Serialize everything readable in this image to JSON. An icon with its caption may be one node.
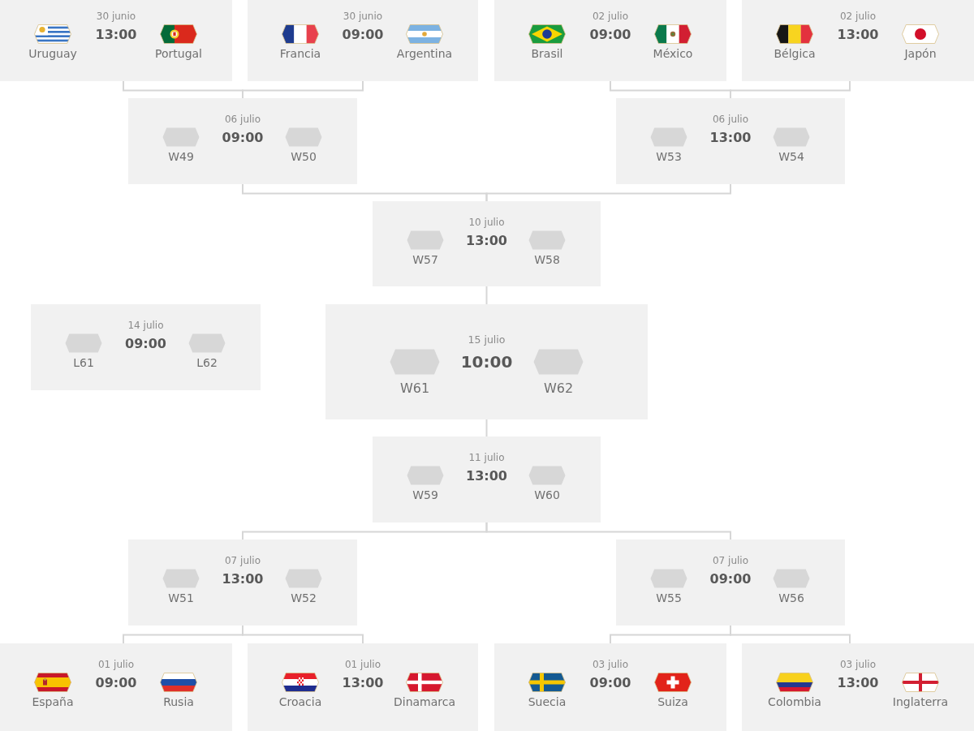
{
  "diagram": {
    "nodes": [
      {
        "text": [
          "30 junio",
          "13:00",
          "Uruguay",
          "Portugal"
        ]
      },
      {
        "text": [
          "30 junio",
          "09:00",
          "Francia",
          "Argentina"
        ]
      },
      {
        "text": [
          "02 julio",
          "09:00",
          "Brasil",
          "México"
        ]
      },
      {
        "text": [
          "02 julio",
          "13:00",
          "Bélgica",
          "Japón"
        ]
      },
      {
        "text": [
          "06 julio",
          "09:00",
          "W49",
          "W50"
        ]
      },
      {
        "text": [
          "06 julio",
          "13:00",
          "W53",
          "W54"
        ]
      },
      {
        "text": [
          "10 julio",
          "13:00",
          "W57",
          "W58"
        ]
      },
      {
        "text": [
          "14 julio",
          "09:00",
          "L61",
          "L62"
        ]
      },
      {
        "text": [
          "15 julio",
          "10:00",
          "W61",
          "W62"
        ]
      },
      {
        "text": [
          "11 julio",
          "13:00",
          "W59",
          "W60"
        ]
      },
      {
        "text": [
          "07 julio",
          "13:00",
          "W51",
          "W52"
        ]
      },
      {
        "text": [
          "07 julio",
          "09:00",
          "W55",
          "W56"
        ]
      },
      {
        "text": [
          "01 julio",
          "09:00",
          "España",
          "Rusia"
        ]
      },
      {
        "text": [
          "01 julio",
          "13:00",
          "Croacia",
          "Dinamarca"
        ]
      },
      {
        "text": [
          "03 julio",
          "09:00",
          "Suecia",
          "Suiza"
        ]
      },
      {
        "text": [
          "03 julio",
          "13:00",
          "Colombia",
          "Inglaterra"
        ]
      }
    ],
    "edges": [
      {
        "from": 0,
        "to": 4,
        "arrow": "none"
      },
      {
        "from": 1,
        "to": 4,
        "arrow": "none"
      },
      {
        "from": 2,
        "to": 5,
        "arrow": "none"
      },
      {
        "from": 3,
        "to": 5,
        "arrow": "none"
      },
      {
        "from": 4,
        "to": 6,
        "arrow": "none"
      },
      {
        "from": 5,
        "to": 6,
        "arrow": "none"
      },
      {
        "from": 6,
        "to": 8,
        "arrow": "none"
      },
      {
        "from": 9,
        "to": 8,
        "arrow": "none"
      },
      {
        "from": 10,
        "to": 9,
        "arrow": "none"
      },
      {
        "from": 11,
        "to": 9,
        "arrow": "none"
      },
      {
        "from": 12,
        "to": 10,
        "arrow": "none"
      },
      {
        "from": 13,
        "to": 10,
        "arrow": "none"
      },
      {
        "from": 14,
        "to": 11,
        "arrow": "none"
      },
      {
        "from": 15,
        "to": 11,
        "arrow": "none"
      }
    ]
  }
}
